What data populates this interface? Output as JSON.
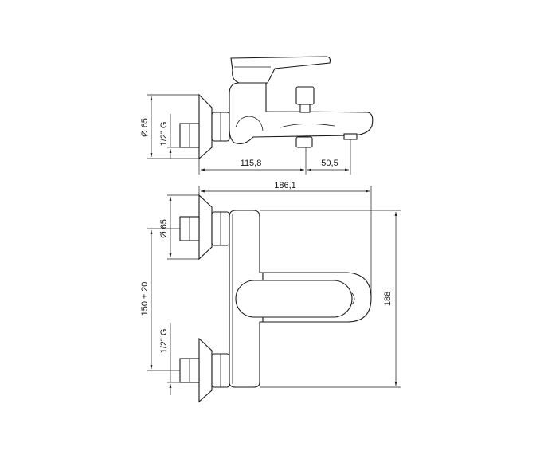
{
  "drawing": {
    "side_view": {
      "diameter_label": "Ø 65",
      "thread_label": "1/2\" G",
      "length_label": "115,8",
      "spout_label": "50,5"
    },
    "front_view": {
      "width_label": "186,1",
      "diameter_label": "Ø 65",
      "spacing_label": "150 ± 20",
      "thread_label": "1/2\" G",
      "height_label": "188"
    }
  }
}
